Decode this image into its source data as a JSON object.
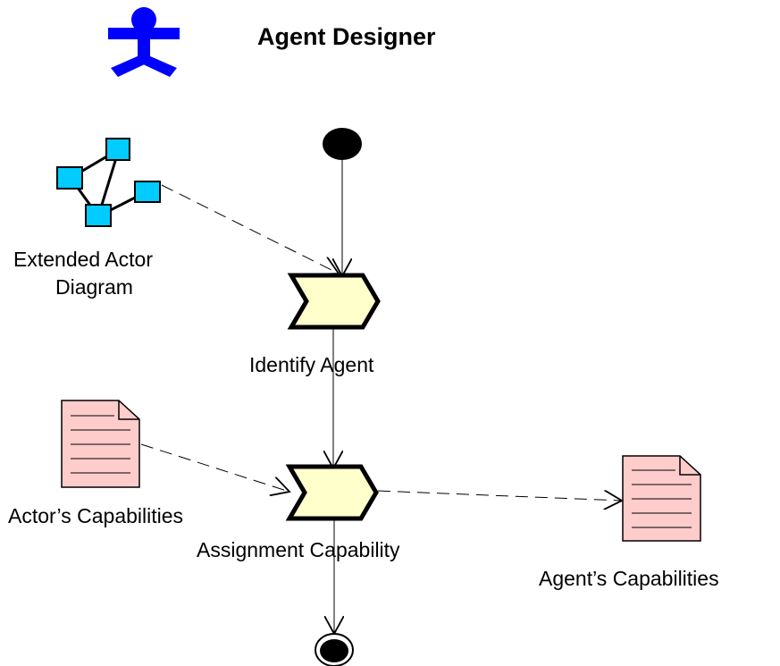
{
  "title": "Agent Designer",
  "nodes": {
    "extended_actor_diagram": {
      "label_line1": "Extended Actor",
      "label_line2": "Diagram"
    },
    "identify_agent": {
      "label": "Identify Agent"
    },
    "actors_capabilities": {
      "label": "Actor’s Capabilities"
    },
    "assignment_capability": {
      "label": "Assignment Capability"
    },
    "agents_capabilities": {
      "label": "Agent’s Capabilities"
    }
  },
  "colors": {
    "actor_icon": "#0000FF",
    "diagram_box": "#00CCFF",
    "activity_fill": "#FFFFCC",
    "document_fill": "#FFCCCC",
    "stroke": "#000000"
  }
}
